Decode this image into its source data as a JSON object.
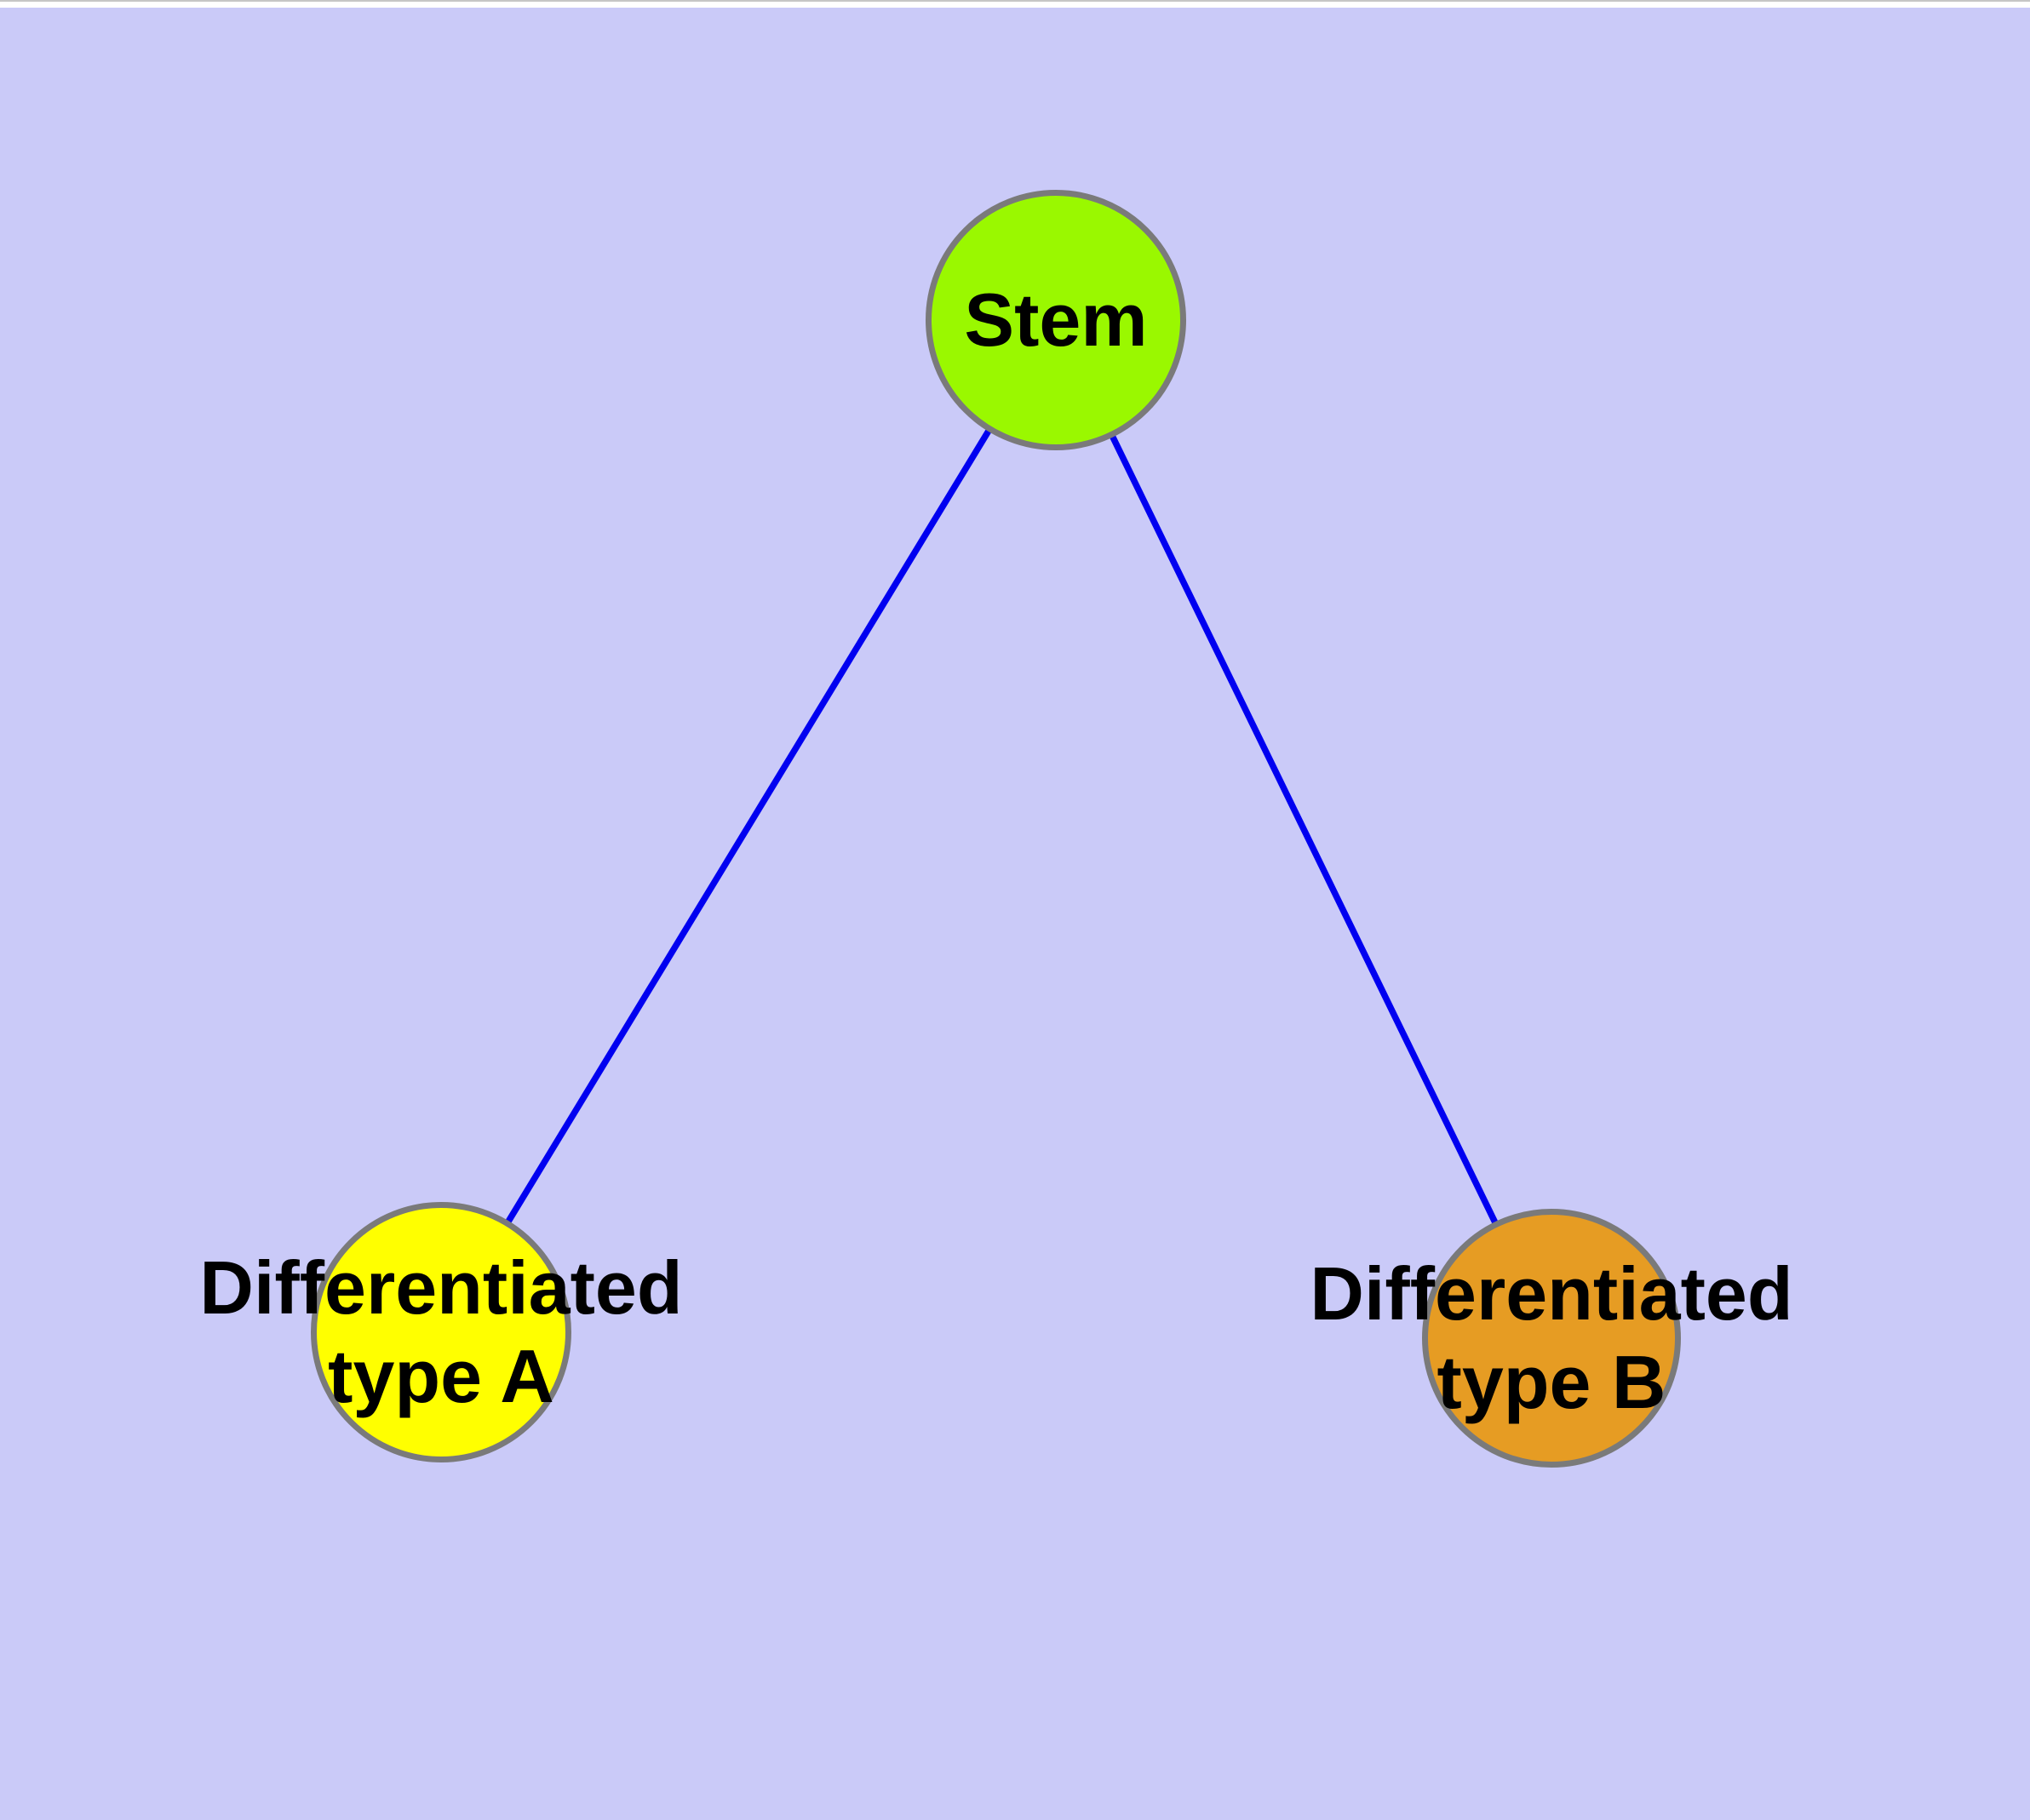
{
  "diagram": {
    "type": "node-link-graph",
    "background_color": "#cacaf8",
    "edge_color": "#0000f0",
    "node_border_color": "#7a7a7a",
    "label_color": "#000000",
    "nodes": [
      {
        "id": "stem",
        "label": "Stem",
        "fill": "#9af800"
      },
      {
        "id": "differentiated-type-a",
        "label_line1": "Differentiated",
        "label_line2": "type A",
        "fill": "#ffff00"
      },
      {
        "id": "differentiated-type-b",
        "label_line1": "Differentiated",
        "label_line2": "type B",
        "fill": "#e69c23"
      }
    ],
    "edges": [
      {
        "from": "Stem",
        "to": "Differentiated type A",
        "color": "#0000f0"
      },
      {
        "from": "Stem",
        "to": "Differentiated type B",
        "color": "#0000f0"
      }
    ]
  }
}
